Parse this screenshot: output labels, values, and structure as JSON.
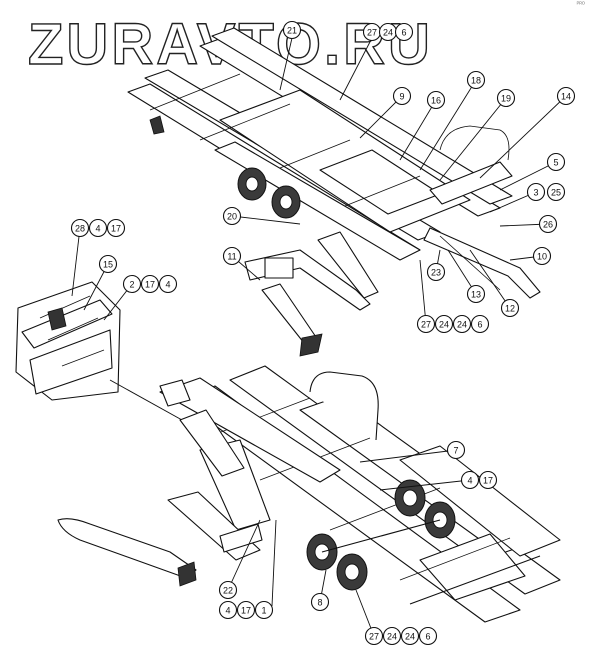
{
  "watermark": "ZURAVTO.RU",
  "corner_mark": "ᴾᴿᴼ",
  "callouts": [
    {
      "id": "c-21",
      "label": "21"
    },
    {
      "id": "c-27a",
      "label": "27"
    },
    {
      "id": "c-24a",
      "label": "24"
    },
    {
      "id": "c-6a",
      "label": "6"
    },
    {
      "id": "c-9",
      "label": "9"
    },
    {
      "id": "c-16",
      "label": "16"
    },
    {
      "id": "c-18",
      "label": "18"
    },
    {
      "id": "c-19",
      "label": "19"
    },
    {
      "id": "c-14",
      "label": "14"
    },
    {
      "id": "c-5",
      "label": "5"
    },
    {
      "id": "c-3",
      "label": "3"
    },
    {
      "id": "c-25",
      "label": "25"
    },
    {
      "id": "c-26",
      "label": "26"
    },
    {
      "id": "c-10",
      "label": "10"
    },
    {
      "id": "c-12",
      "label": "12"
    },
    {
      "id": "c-13",
      "label": "13"
    },
    {
      "id": "c-23",
      "label": "23"
    },
    {
      "id": "c-27b",
      "label": "27"
    },
    {
      "id": "c-24b",
      "label": "24"
    },
    {
      "id": "c-24c",
      "label": "24"
    },
    {
      "id": "c-6b",
      "label": "6"
    },
    {
      "id": "c-20",
      "label": "20"
    },
    {
      "id": "c-11",
      "label": "11"
    },
    {
      "id": "c-28",
      "label": "28"
    },
    {
      "id": "c-4a",
      "label": "4"
    },
    {
      "id": "c-17a",
      "label": "17"
    },
    {
      "id": "c-15",
      "label": "15"
    },
    {
      "id": "c-2",
      "label": "2"
    },
    {
      "id": "c-17b",
      "label": "17"
    },
    {
      "id": "c-4b",
      "label": "4"
    },
    {
      "id": "c-7",
      "label": "7"
    },
    {
      "id": "c-4c",
      "label": "4"
    },
    {
      "id": "c-17c",
      "label": "17"
    },
    {
      "id": "c-22",
      "label": "22"
    },
    {
      "id": "c-4d",
      "label": "4"
    },
    {
      "id": "c-17d",
      "label": "17"
    },
    {
      "id": "c-1",
      "label": "1"
    },
    {
      "id": "c-8",
      "label": "8"
    },
    {
      "id": "c-27c",
      "label": "27"
    },
    {
      "id": "c-24d",
      "label": "24"
    },
    {
      "id": "c-24e",
      "label": "24"
    },
    {
      "id": "c-6c",
      "label": "6"
    }
  ]
}
